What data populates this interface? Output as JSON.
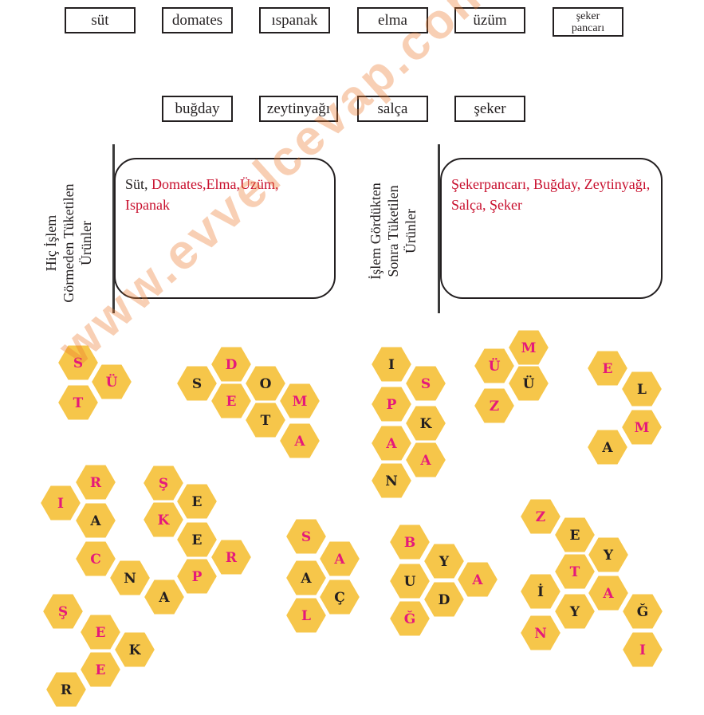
{
  "word_boxes_top": [
    "süt",
    "domates",
    "ıspanak",
    "elma",
    "üzüm",
    "şeker pancarı"
  ],
  "word_boxes_bottom": [
    "buğday",
    "zeytinyağı",
    "salça",
    "şeker"
  ],
  "left_category": {
    "label_line1": "Hiç İşlem",
    "label_line2": "Görmeden Tüketilen",
    "label_line3": "Ürünler",
    "answer_black": "Süt, ",
    "answer_red": "Domates,Elma,Üzüm, Ispanak"
  },
  "right_category": {
    "label_line1": "İşlem Gördükten",
    "label_line2": "Sonra Tüketilen",
    "label_line3": "Ürünler",
    "answer_red": "Şekerpancarı, Buğday, Zeytinyağı, Salça, Şeker"
  },
  "colors": {
    "hex_fill": "#f6c64a",
    "letter_red": "#e5197a",
    "letter_black": "#231f20",
    "answer_red": "#c8102e"
  },
  "watermark": "www.evvelcevap.com sitemizi ziyaret ediniz",
  "puzzles": [
    {
      "word": "SÜT",
      "cells": [
        {
          "l": "S",
          "c": "red"
        },
        {
          "l": "Ü",
          "c": "red"
        },
        {
          "l": "T",
          "c": "red"
        }
      ]
    },
    {
      "word": "DOMATES",
      "cells": [
        {
          "l": "D",
          "c": "red"
        },
        {
          "l": "S",
          "c": "black"
        },
        {
          "l": "O",
          "c": "black"
        },
        {
          "l": "E",
          "c": "red"
        },
        {
          "l": "M",
          "c": "red"
        },
        {
          "l": "T",
          "c": "black"
        },
        {
          "l": "A",
          "c": "red"
        }
      ]
    },
    {
      "word": "ISPANAK",
      "cells": [
        {
          "l": "I",
          "c": "black"
        },
        {
          "l": "S",
          "c": "red"
        },
        {
          "l": "P",
          "c": "red"
        },
        {
          "l": "K",
          "c": "black"
        },
        {
          "l": "A",
          "c": "red"
        },
        {
          "l": "A",
          "c": "red"
        },
        {
          "l": "N",
          "c": "black"
        }
      ]
    },
    {
      "word": "ÜZÜM",
      "cells": [
        {
          "l": "M",
          "c": "red"
        },
        {
          "l": "Ü",
          "c": "red"
        },
        {
          "l": "Ü",
          "c": "black"
        },
        {
          "l": "Z",
          "c": "red"
        }
      ]
    },
    {
      "word": "ELMA",
      "cells": [
        {
          "l": "E",
          "c": "red"
        },
        {
          "l": "L",
          "c": "black"
        },
        {
          "l": "M",
          "c": "red"
        },
        {
          "l": "A",
          "c": "black"
        }
      ]
    },
    {
      "word": "ŞEKERPANCARI",
      "cells": [
        {
          "l": "R",
          "c": "red"
        },
        {
          "l": "I",
          "c": "red"
        },
        {
          "l": "A",
          "c": "black"
        },
        {
          "l": "C",
          "c": "red"
        },
        {
          "l": "N",
          "c": "black"
        },
        {
          "l": "A",
          "c": "black"
        },
        {
          "l": "Ş",
          "c": "red"
        },
        {
          "l": "E",
          "c": "black"
        },
        {
          "l": "K",
          "c": "red"
        },
        {
          "l": "E",
          "c": "black"
        },
        {
          "l": "R",
          "c": "red"
        },
        {
          "l": "P",
          "c": "red"
        }
      ]
    },
    {
      "word": "SALÇA",
      "cells": [
        {
          "l": "S",
          "c": "red"
        },
        {
          "l": "A",
          "c": "red"
        },
        {
          "l": "A",
          "c": "black"
        },
        {
          "l": "Ç",
          "c": "black"
        },
        {
          "l": "L",
          "c": "red"
        }
      ]
    },
    {
      "word": "BUĞDAY",
      "cells": [
        {
          "l": "B",
          "c": "red"
        },
        {
          "l": "Y",
          "c": "black"
        },
        {
          "l": "U",
          "c": "black"
        },
        {
          "l": "A",
          "c": "red"
        },
        {
          "l": "D",
          "c": "black"
        },
        {
          "l": "Ğ",
          "c": "red"
        }
      ]
    },
    {
      "word": "ZEYTİNYAĞI",
      "cells": [
        {
          "l": "Z",
          "c": "red"
        },
        {
          "l": "E",
          "c": "black"
        },
        {
          "l": "Y",
          "c": "black"
        },
        {
          "l": "T",
          "c": "red"
        },
        {
          "l": "İ",
          "c": "black"
        },
        {
          "l": "A",
          "c": "red"
        },
        {
          "l": "Y",
          "c": "black"
        },
        {
          "l": "Ğ",
          "c": "black"
        },
        {
          "l": "N",
          "c": "red"
        },
        {
          "l": "I",
          "c": "red"
        }
      ]
    },
    {
      "word": "ŞEKER",
      "cells": [
        {
          "l": "Ş",
          "c": "red"
        },
        {
          "l": "E",
          "c": "red"
        },
        {
          "l": "K",
          "c": "black"
        },
        {
          "l": "E",
          "c": "red"
        },
        {
          "l": "R",
          "c": "black"
        }
      ]
    }
  ]
}
